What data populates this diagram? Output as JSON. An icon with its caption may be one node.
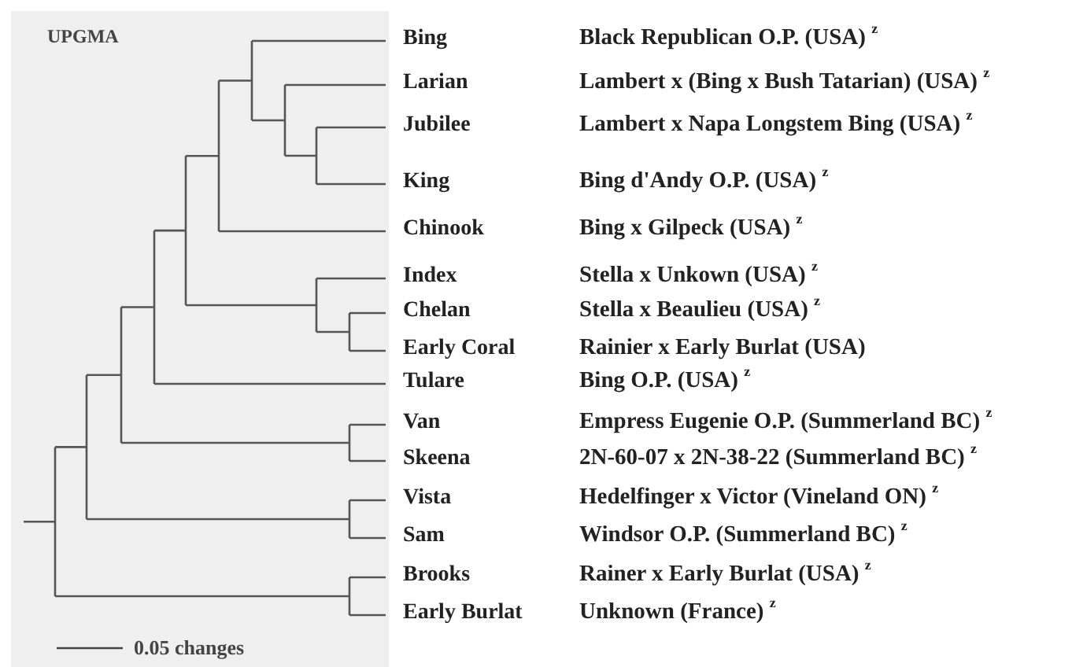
{
  "diagram": {
    "title": "UPGMA",
    "labels": [
      "Bing",
      "Black Republican O.P. (USA) $^{z}$",
      "Larian",
      "Lambert x (Bing x Bush Tatarian) (USA) $^{z}$",
      "Jubilee",
      "Lambert x Napa Longstem Bing (USA) $^{z}$",
      "King",
      "Bing d'Andy O.P. (USA) $^{z}$",
      "Chinook",
      "Bing x Gilpeck (USA) $^{z}$",
      "Index",
      "Stella x Unkown (USA) $^{z}$",
      "Chelan",
      "Stella x Beaulieu (USA) $^{z}$",
      "Early Coral",
      "Rainier x Early Burlat (USA)",
      "Tulare",
      "Bing O.P. (USA) $^{z}$",
      "Van",
      "Empress Eugenie O.P. (Summerland BC) $^{z}$",
      "Skeena",
      "2N-60-07 x 2N-38-22 (Summerland BC) $^{z}$",
      "Vista",
      "Hedelfinger x Victor (Vineland ON) $^{z}$",
      "Sam",
      "Windsor O.P. (Summerland BC) $^{z}$",
      "Brooks",
      "Rainer x Early Burlat (USA) $^{z}$",
      "Early Burlat",
      "Unknown (France) $^{z}$",
      "0.05 changes"
    ]
  }
}
